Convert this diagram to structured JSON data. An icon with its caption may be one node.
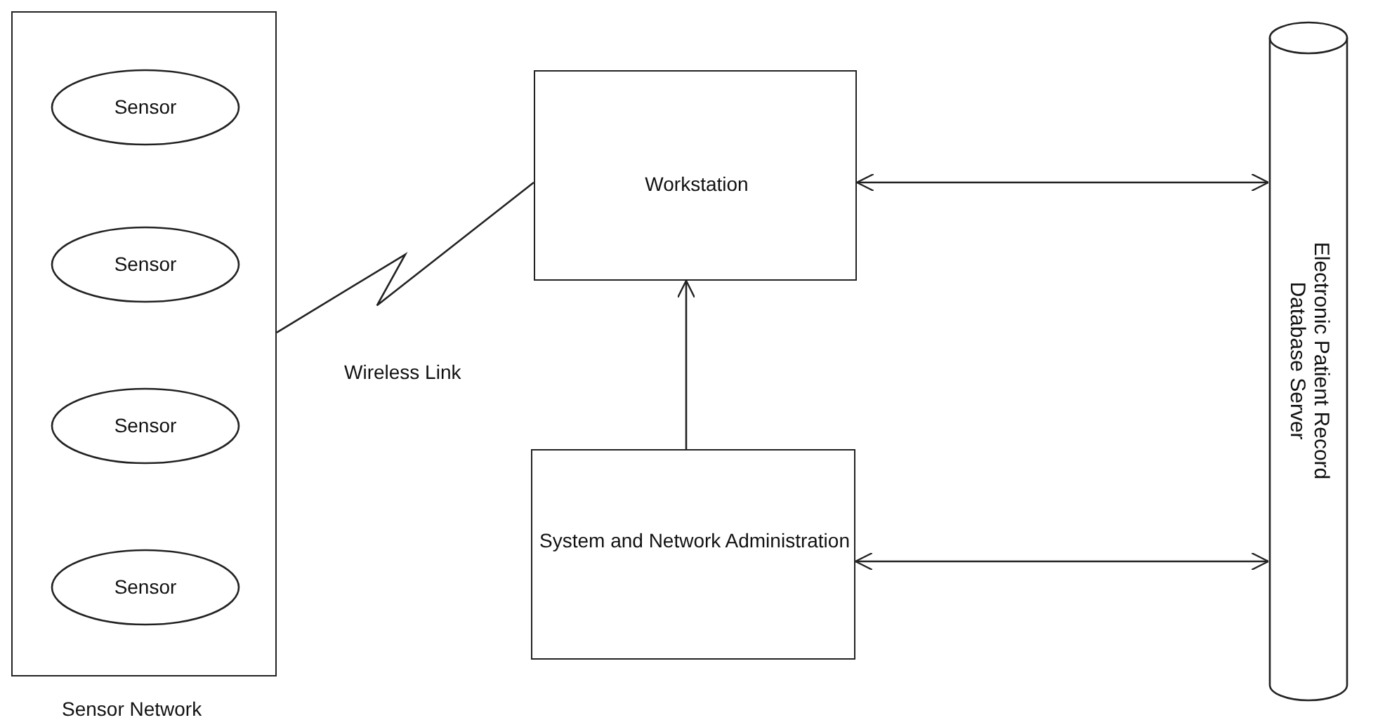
{
  "diagram": {
    "nodes": [
      {
        "text": [
          "Sensor Network"
        ]
      },
      {
        "text": [
          "Sensor"
        ],
        "in": 0
      },
      {
        "text": [
          "Sensor"
        ],
        "in": 0
      },
      {
        "text": [
          "Sensor"
        ],
        "in": 0
      },
      {
        "text": [
          "Sensor"
        ],
        "in": 0
      },
      {
        "text": [
          "Workstation"
        ]
      },
      {
        "text": [
          "System and Network Administration"
        ]
      },
      {
        "text": [
          "Electronic Patient Record Database Server"
        ]
      }
    ],
    "edges": [
      {
        "from": 0,
        "to": 5,
        "arrow": "none",
        "label": "Wireless Link"
      },
      {
        "from": 6,
        "to": 5,
        "arrow": "to"
      },
      {
        "from": 5,
        "to": 7,
        "arrow": "both"
      },
      {
        "from": 6,
        "to": 7,
        "arrow": "both"
      }
    ]
  }
}
